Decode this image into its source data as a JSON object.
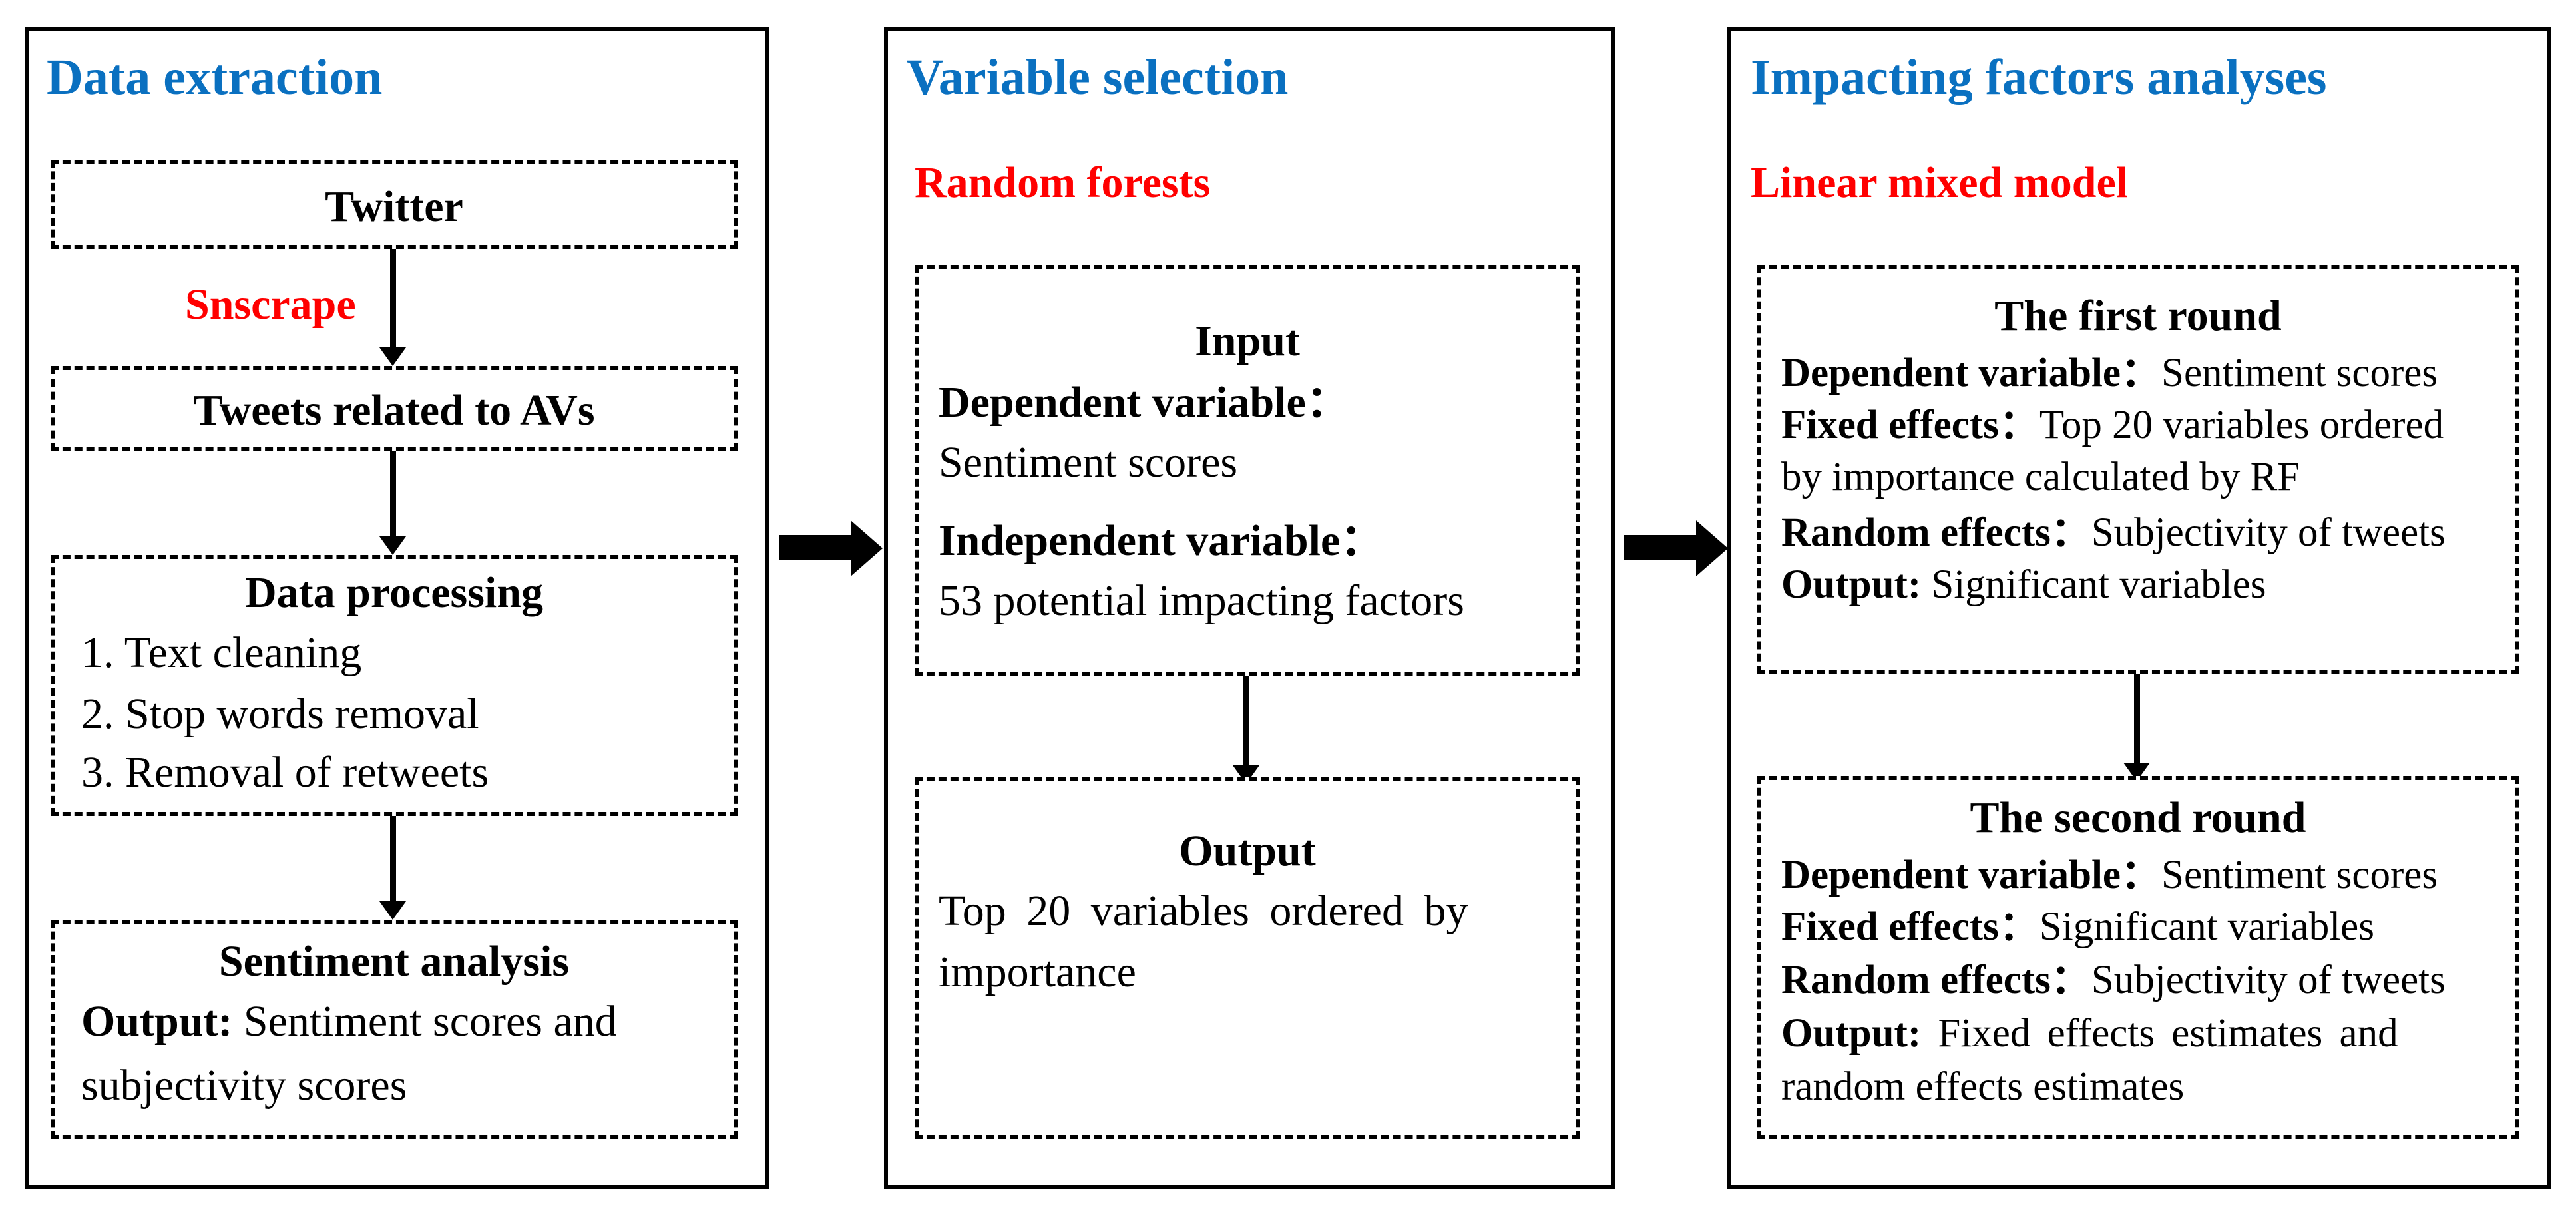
{
  "panels": {
    "extraction": {
      "title": "Data extraction",
      "twitter": "Twitter",
      "tool": "Snscrape",
      "tweets": "Tweets related to AVs",
      "processing": {
        "title": "Data processing",
        "steps": [
          "1. Text cleaning",
          "2. Stop words removal",
          "3. Removal of retweets"
        ]
      },
      "sentiment": {
        "title": "Sentiment analysis",
        "output_label": "Output:",
        "output_line1": "Sentiment scores and",
        "output_line2": "subjectivity scores"
      }
    },
    "selection": {
      "title": "Variable selection",
      "method": "Random forests",
      "input": {
        "title": "Input",
        "dep_label": "Dependent variable：",
        "dep_value": "Sentiment scores",
        "indep_label": "Independent variable：",
        "indep_value": "53 potential impacting factors"
      },
      "output": {
        "title": "Output",
        "line1": "Top 20 variables ordered by",
        "line2": "importance"
      }
    },
    "analysis": {
      "title": "Impacting factors analyses",
      "method": "Linear mixed model",
      "first": {
        "title": "The first round",
        "dep_label": "Dependent variable：",
        "dep_value": "Sentiment scores",
        "fixed_label": "Fixed effects：",
        "fixed_value_line1": "Top 20 variables ordered",
        "fixed_value_line2": "by importance calculated by RF",
        "random_label": "Random effects：",
        "random_value": "Subjectivity of tweets",
        "output_label": "Output:",
        "output_value": "Significant variables"
      },
      "second": {
        "title": "The second round",
        "dep_label": "Dependent variable：",
        "dep_value": "Sentiment scores",
        "fixed_label": "Fixed effects：",
        "fixed_value": "Significant variables",
        "random_label": "Random effects：",
        "random_value": "Subjectivity of tweets",
        "output_label": "Output:",
        "output_value_line1": "Fixed effects estimates and",
        "output_value_line2": "random effects estimates"
      }
    }
  }
}
